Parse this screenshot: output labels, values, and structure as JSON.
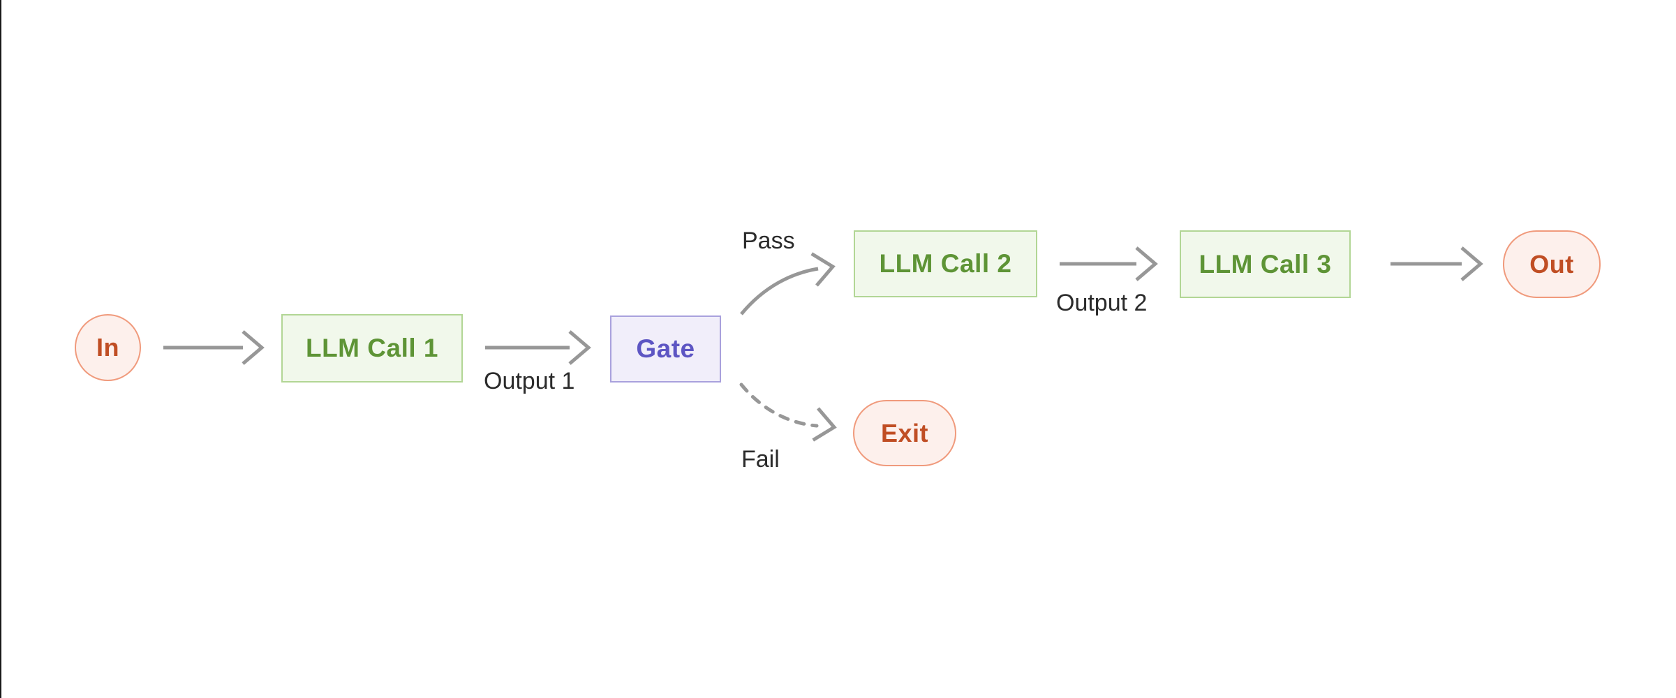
{
  "diagram": {
    "type": "flowchart",
    "description": "Prompt-chaining workflow: input passes through sequential LLM calls with a gate check that routes to continue (Pass) or exit (Fail)",
    "nodes": {
      "in": {
        "label": "In",
        "kind": "terminal"
      },
      "llm1": {
        "label": "LLM Call 1",
        "kind": "process"
      },
      "gate": {
        "label": "Gate",
        "kind": "gate"
      },
      "llm2": {
        "label": "LLM Call 2",
        "kind": "process"
      },
      "llm3": {
        "label": "LLM Call 3",
        "kind": "process"
      },
      "exit": {
        "label": "Exit",
        "kind": "terminal"
      },
      "out": {
        "label": "Out",
        "kind": "terminal"
      }
    },
    "edge_labels": {
      "output1": "Output 1",
      "output2": "Output 2",
      "pass": "Pass",
      "fail": "Fail"
    },
    "edges": [
      {
        "from": "in",
        "to": "llm1",
        "style": "solid"
      },
      {
        "from": "llm1",
        "to": "gate",
        "style": "solid",
        "label": "Output 1"
      },
      {
        "from": "gate",
        "to": "llm2",
        "style": "solid-curve",
        "label": "Pass"
      },
      {
        "from": "gate",
        "to": "exit",
        "style": "dashed-curve",
        "label": "Fail"
      },
      {
        "from": "llm2",
        "to": "llm3",
        "style": "solid",
        "label": "Output 2"
      },
      {
        "from": "llm3",
        "to": "out",
        "style": "solid"
      }
    ],
    "palette": {
      "background": "#ffffff",
      "arrow_gray": "#979797",
      "edge_label_text": "#2b2b2b",
      "terminal_fill": "#fdf0ec",
      "terminal_border": "#f09a7c",
      "terminal_text": "#c04e24",
      "process_fill": "#f1f8eb",
      "process_border": "#b2d695",
      "process_text": "#5e9436",
      "gate_fill": "#f1eefa",
      "gate_border": "#a9a1dd",
      "gate_text": "#5d55c3",
      "left_edge_line": "#1a1a1a"
    }
  }
}
